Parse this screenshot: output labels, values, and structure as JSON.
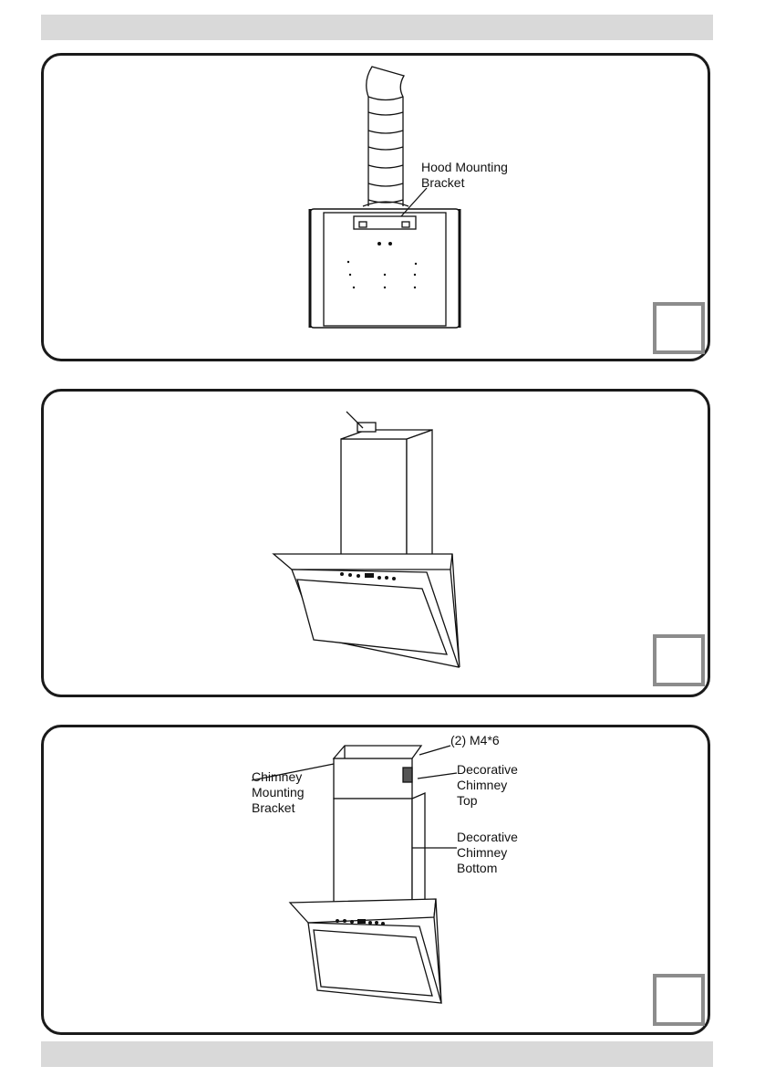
{
  "page": {
    "top_bar": "",
    "bottom_bar": ""
  },
  "steps": [
    {
      "labels": {
        "hood_mounting_bracket": "Hood Mounting\nBracket"
      }
    },
    {
      "labels": {}
    },
    {
      "labels": {
        "screws": "(2) M4*6",
        "chimney_mounting_bracket": "Chimney\nMounting\nBracket",
        "decorative_chimney_top": "Decorative\nChimney\nTop",
        "decorative_chimney_bottom": "Decorative\nChimney\nBottom"
      }
    }
  ],
  "colors": {
    "bar": "#d9d9d9",
    "frame": "#1a1a1a",
    "step_box": "#8c8c8c"
  }
}
